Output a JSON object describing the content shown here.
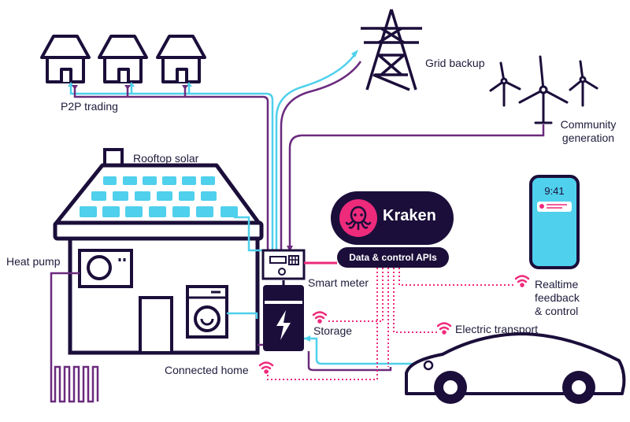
{
  "labels": {
    "p2p": "P2P trading",
    "grid": "Grid backup",
    "community_1": "Community",
    "community_2": "generation",
    "rooftop": "Rooftop solar",
    "heat_pump": "Heat pump",
    "smart_meter": "Smart meter",
    "storage": "Storage",
    "realtime_1": "Realtime",
    "realtime_2": "feedback",
    "realtime_3": "& control",
    "electric_transport": "Electric transport",
    "connected_home": "Connected home"
  },
  "kraken": {
    "name": "Kraken",
    "apis": "Data & control APIs"
  },
  "phone": {
    "time": "9:41"
  },
  "colors": {
    "navy": "#1b0e3a",
    "purple": "#6b2a7e",
    "cyan": "#4fd0ec",
    "pink": "#ee2a7b",
    "solar": "#4fd0ec"
  }
}
